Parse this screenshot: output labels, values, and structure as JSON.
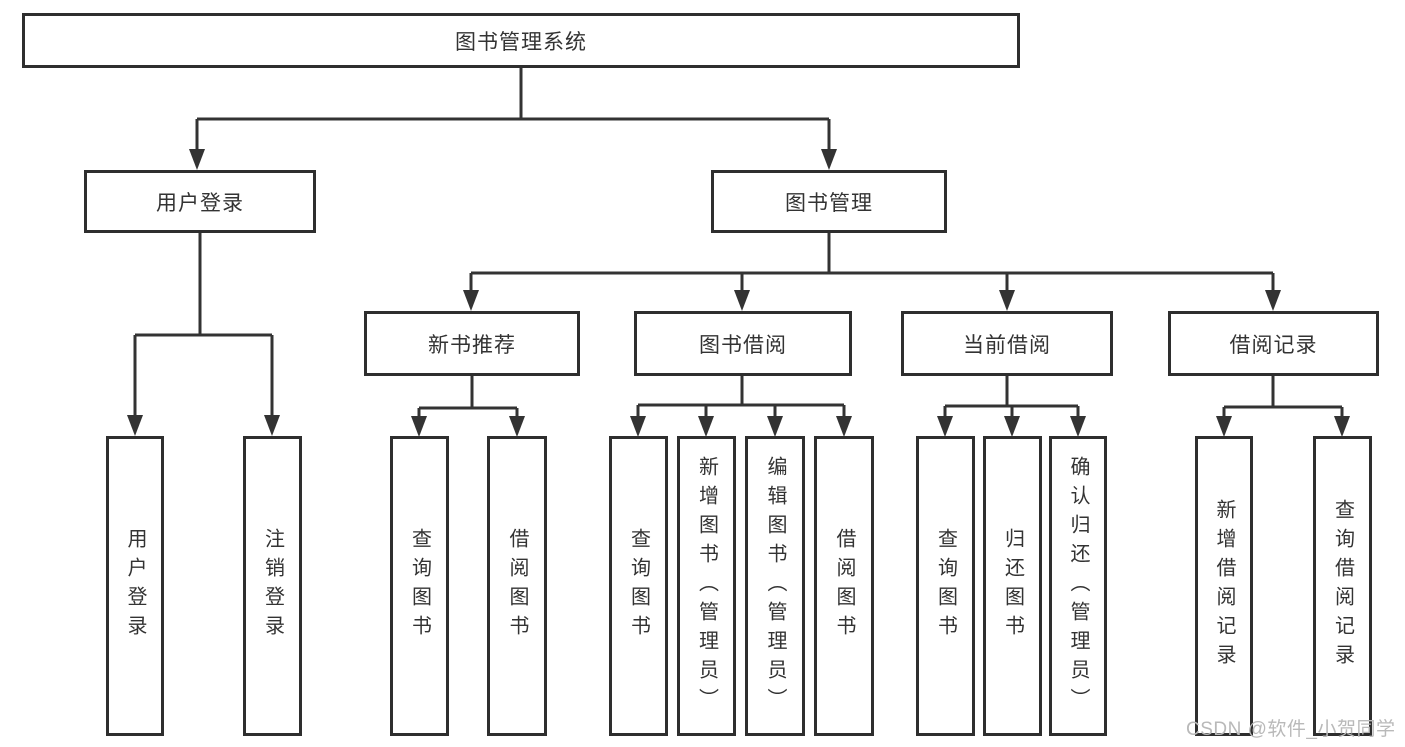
{
  "colors": {
    "background": "#ffffff",
    "line": "#333333",
    "box_border": "#2e2e2e",
    "text": "#333333",
    "watermark": "#b9b9b9"
  },
  "watermark": {
    "text": "CSDN @软件_小贺同学"
  },
  "diagram": {
    "type": "hierarchy",
    "tree": {
      "label": "图书管理系统",
      "children": [
        {
          "label": "用户登录",
          "children": [
            {
              "label": "用户登录"
            },
            {
              "label": "注销登录"
            }
          ]
        },
        {
          "label": "图书管理",
          "children": [
            {
              "label": "新书推荐",
              "children": [
                {
                  "label": "查询图书"
                },
                {
                  "label": "借阅图书"
                }
              ]
            },
            {
              "label": "图书借阅",
              "children": [
                {
                  "label": "查询图书"
                },
                {
                  "label": "新增图书（管理员）"
                },
                {
                  "label": "编辑图书（管理员）"
                },
                {
                  "label": "借阅图书"
                }
              ]
            },
            {
              "label": "当前借阅",
              "children": [
                {
                  "label": "查询图书"
                },
                {
                  "label": "归还图书"
                },
                {
                  "label": "确认归还（管理员）"
                }
              ]
            },
            {
              "label": "借阅记录",
              "children": [
                {
                  "label": "新增借阅记录"
                },
                {
                  "label": "查询借阅记录"
                }
              ]
            }
          ]
        }
      ]
    }
  }
}
